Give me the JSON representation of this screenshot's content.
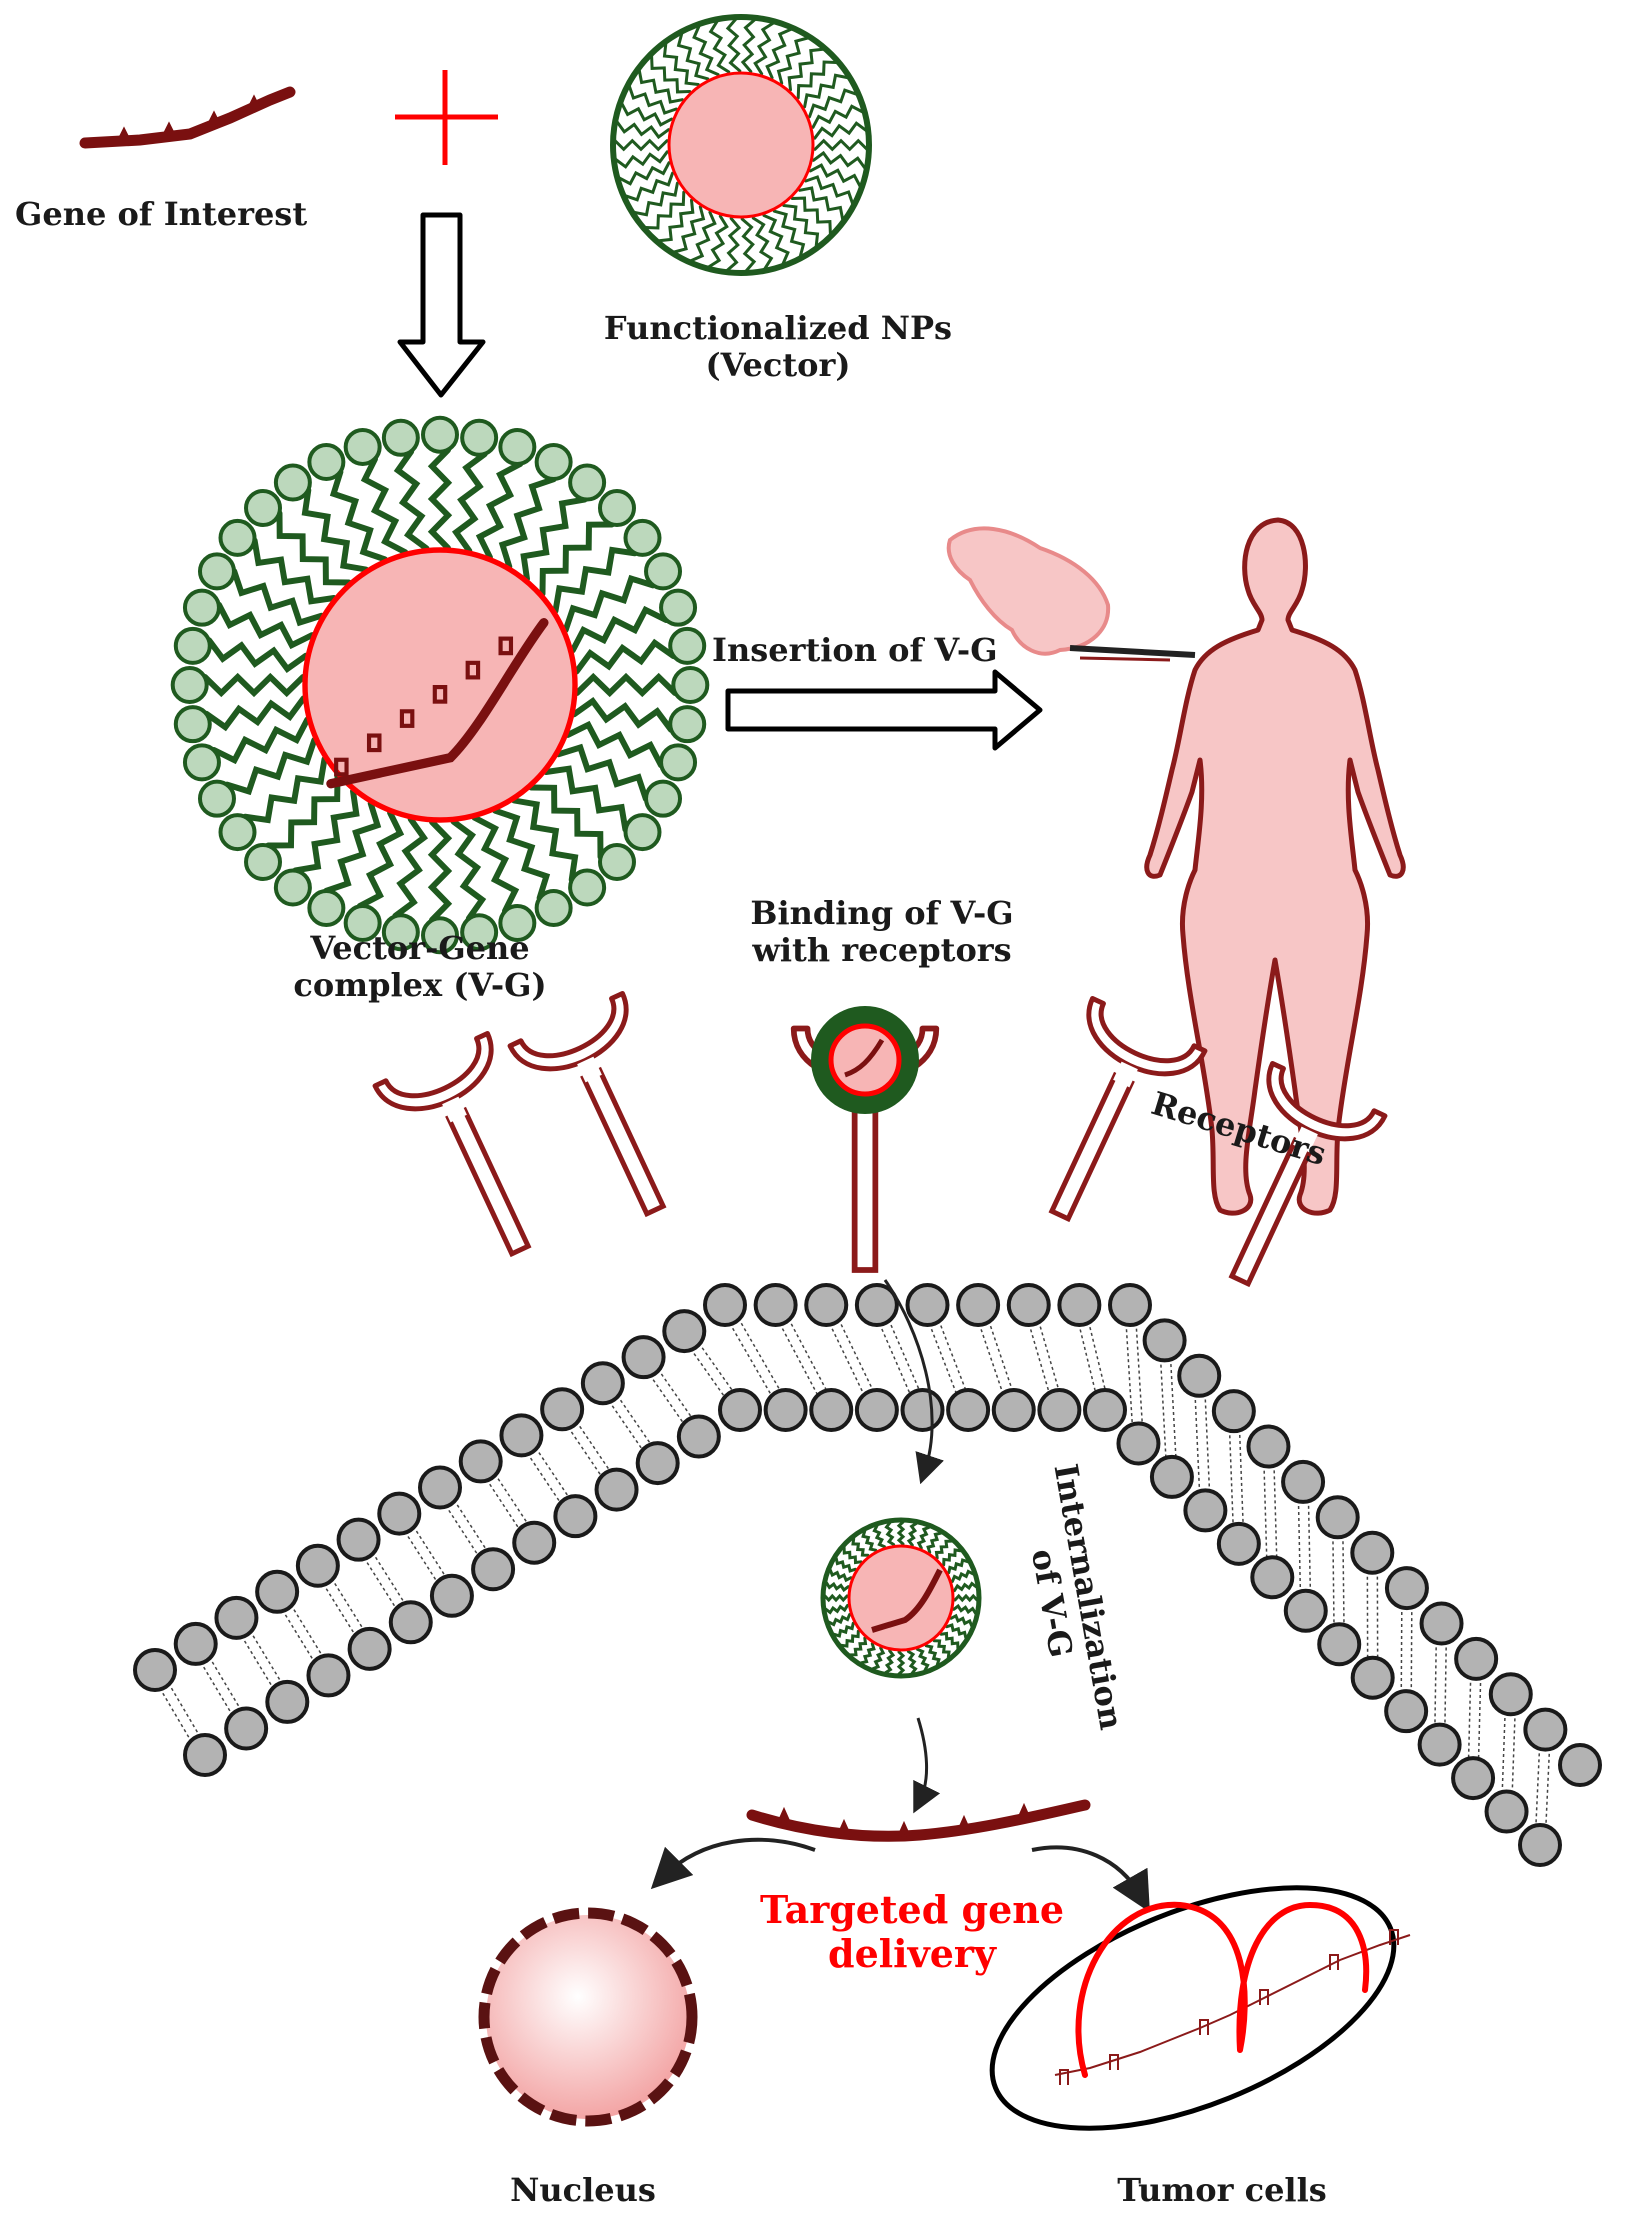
{
  "labels": {
    "gene_of_interest": "Gene of Interest",
    "functionalized_nps_line1": "Functionalized NPs",
    "functionalized_nps_line2": "(Vector)",
    "vector_gene_line1": "Vector-Gene",
    "vector_gene_line2": "complex (V-G)",
    "insertion": "Insertion of V-G",
    "binding_line1": "Binding of V-G",
    "binding_line2": "with receptors",
    "receptors": "Receptors",
    "internalization_line1": "Internalization",
    "internalization_line2": "of V-G",
    "targeted_line1": "Targeted gene",
    "targeted_line2": "delivery",
    "nucleus": "Nucleus",
    "tumor_cells": "Tumor cells"
  },
  "colors": {
    "gene": "#7a1010",
    "plus": "#ff0000",
    "np_core": "#f7b5b5",
    "np_border": "#ff0000",
    "lipid_green": "#1f5a1f",
    "lipid_head": "#bcd8bc",
    "membrane_head": "#b3b3b3",
    "receptor": "#8b1a1a",
    "highlight_text": "#ff0000",
    "body": "#f7c6c6",
    "body_outline": "#8b1a1a"
  }
}
